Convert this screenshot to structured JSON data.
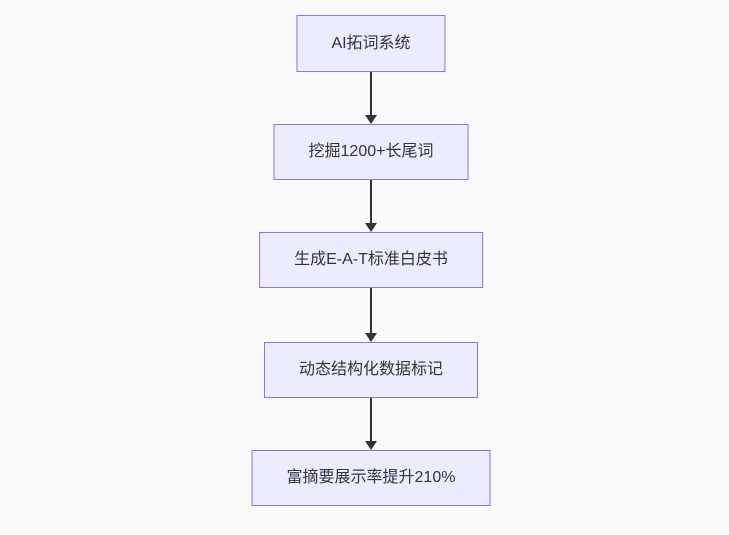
{
  "flowchart": {
    "type": "flowchart",
    "direction": "top-down",
    "nodes": [
      {
        "label": "AI拓词系统"
      },
      {
        "label": "挖掘1200+长尾词"
      },
      {
        "label": "生成E-A-T标准白皮书"
      },
      {
        "label": "动态结构化数据标记"
      },
      {
        "label": "富摘要展示率提升210%"
      }
    ],
    "edges": [
      {
        "from": 0,
        "to": 1
      },
      {
        "from": 1,
        "to": 2
      },
      {
        "from": 2,
        "to": 3
      },
      {
        "from": 3,
        "to": 4
      }
    ],
    "colors": {
      "background": "#fafafa",
      "node_fill": "#ECECFF",
      "node_border": "#9370DB",
      "text": "#333333",
      "arrow": "#333333"
    }
  }
}
